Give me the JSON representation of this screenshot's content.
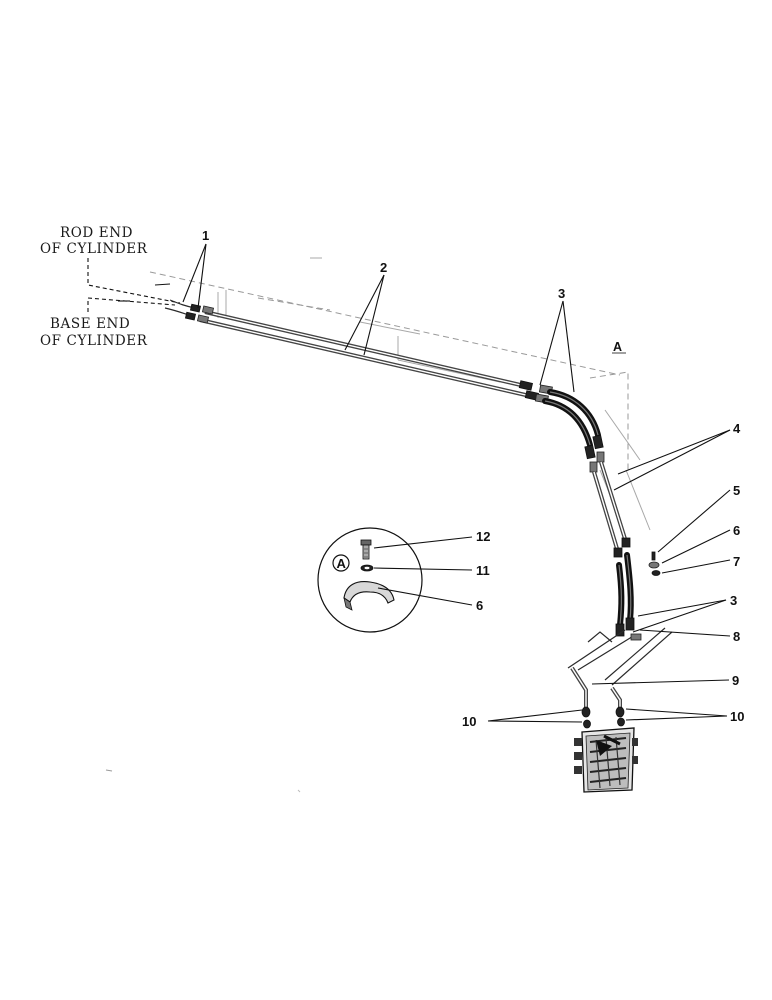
{
  "labels": {
    "rod_end_line1": "ROD END",
    "rod_end_line2": "OF CYLINDER",
    "base_end_line1": "BASE END",
    "base_end_line2": "OF CYLINDER",
    "view_a": "A",
    "detail_a": "A"
  },
  "callouts": {
    "c1": "1",
    "c2": "2",
    "c3_top": "3",
    "c3_right": "3",
    "c4": "4",
    "c5": "5",
    "c6_right": "6",
    "c7": "7",
    "c8": "8",
    "c9": "9",
    "c10_left": "10",
    "c10_right": "10",
    "c11": "11",
    "c12": "12",
    "c6_detail": "6"
  }
}
